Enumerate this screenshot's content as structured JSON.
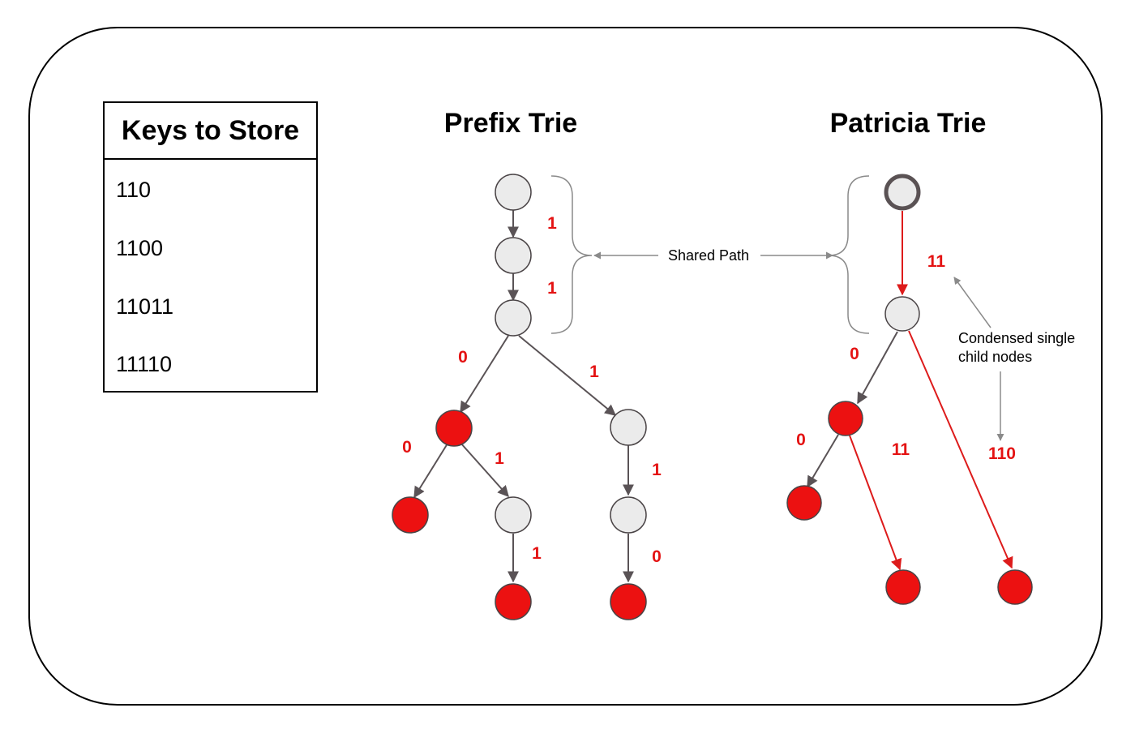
{
  "keys_table": {
    "header": "Keys to Store",
    "keys": [
      "110",
      "1100",
      "11011",
      "11110"
    ]
  },
  "prefix_trie": {
    "title": "Prefix Trie",
    "edge_labels": [
      "1",
      "1",
      "0",
      "1",
      "0",
      "1",
      "1",
      "1",
      "0"
    ]
  },
  "patricia_trie": {
    "title": "Patricia Trie",
    "edge_labels": [
      "11",
      "0",
      "0",
      "11",
      "110"
    ]
  },
  "annotations": {
    "shared_path": "Shared Path",
    "condensed_line1": "Condensed single",
    "condensed_line2": "child nodes"
  },
  "colors": {
    "terminal_node": "#ec1111",
    "internal_node": "#ebebeb",
    "edge_label": "#e41313",
    "edge": "#5a5356",
    "condensed_edge": "#dd1b1b",
    "annotation_arrow": "#8a8a8a"
  }
}
